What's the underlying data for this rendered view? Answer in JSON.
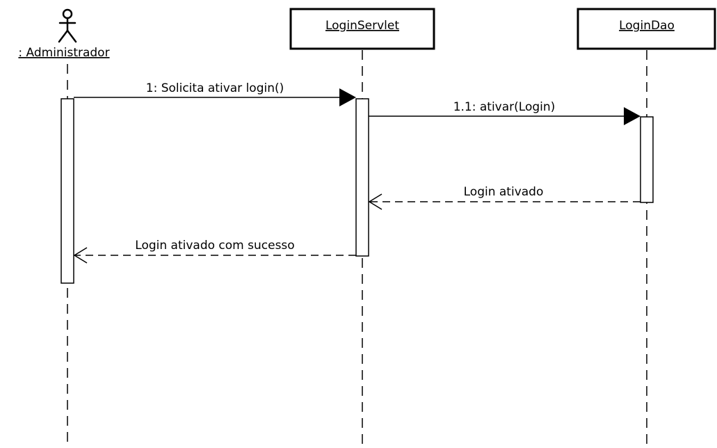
{
  "diagram": {
    "type": "sequence",
    "participants": [
      {
        "id": "admin",
        "label": ": Administrador",
        "kind": "actor"
      },
      {
        "id": "servlet",
        "label": "LoginServlet",
        "kind": "object"
      },
      {
        "id": "dao",
        "label": "LoginDao",
        "kind": "object"
      }
    ],
    "messages": [
      {
        "id": "m1",
        "label": "1: Solicita ativar login()",
        "from": "admin",
        "to": "servlet",
        "kind": "call"
      },
      {
        "id": "m2",
        "label": "1.1: ativar(Login)",
        "from": "servlet",
        "to": "dao",
        "kind": "call"
      },
      {
        "id": "m3",
        "label": "Login ativado",
        "from": "dao",
        "to": "servlet",
        "kind": "return"
      },
      {
        "id": "m4",
        "label": "Login ativado com sucesso",
        "from": "servlet",
        "to": "admin",
        "kind": "return"
      }
    ]
  }
}
